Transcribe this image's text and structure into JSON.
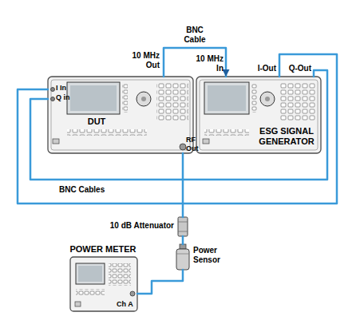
{
  "diagram": {
    "nodes": [
      {
        "text": [
          "DUT"
        ]
      },
      {
        "text": [
          "ESG SIGNAL GENERATOR"
        ]
      },
      {
        "text": [
          "10 dB Attenuator"
        ]
      },
      {
        "text": [
          "POWER METER"
        ]
      },
      {
        "text": [
          "Power Sensor"
        ]
      }
    ],
    "edges": [
      {
        "from": 0,
        "to": 1,
        "arrow": "to",
        "label": "BNC Cable"
      },
      {
        "from": 1,
        "to": 0,
        "arrow": "none"
      },
      {
        "from": 1,
        "to": 0,
        "arrow": "none"
      },
      {
        "from": 0,
        "to": 2,
        "arrow": "none"
      },
      {
        "from": 2,
        "to": 4,
        "arrow": "none"
      },
      {
        "from": 4,
        "to": 3,
        "arrow": "none"
      }
    ],
    "labels": [
      "10 MHz Out",
      "10 MHz In",
      "I-Out",
      "Q-Out",
      "I In",
      "Q in",
      "RF Out",
      "BNC Cables",
      "Ch A"
    ]
  }
}
